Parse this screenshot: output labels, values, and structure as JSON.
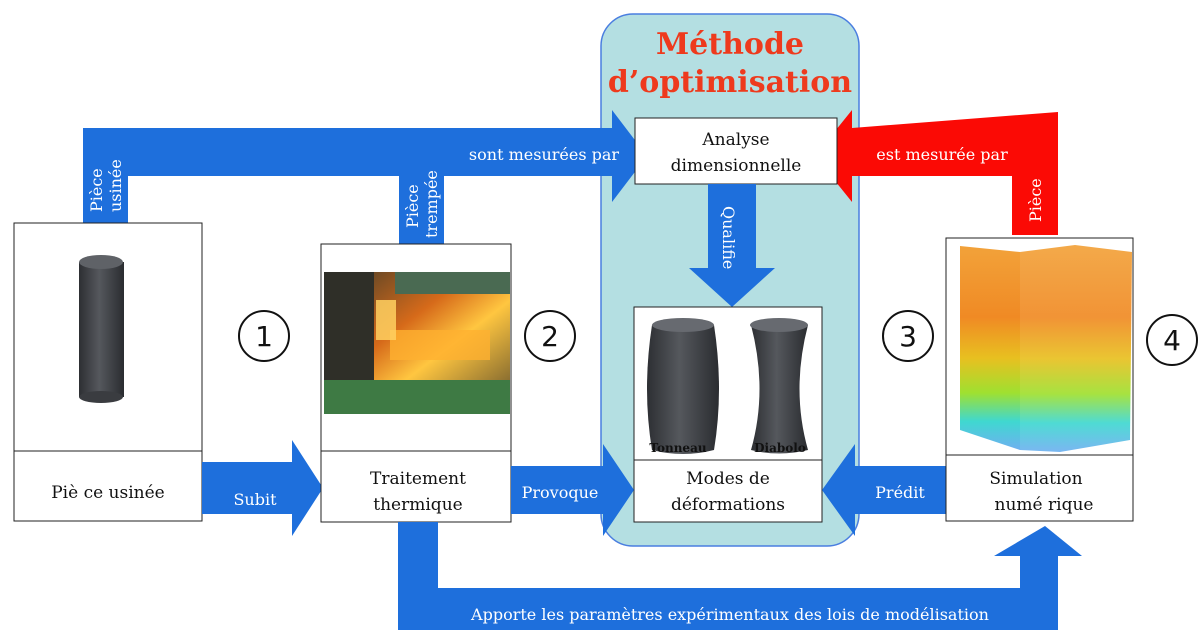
{
  "method": {
    "title_line1": "Méthode",
    "title_line2": "d’optimisation",
    "title_color": "#ee3a1d",
    "panel_color": "#b4dfe2"
  },
  "boxes": {
    "analysis_line1": "Analyse",
    "analysis_line2": "dimensionnelle",
    "modes_line1": "Modes de",
    "modes_line2": "déformations",
    "machined_part": "Piè ce usinée",
    "heat_line1": "Traitement",
    "heat_line2": "thermique",
    "sim_line1": "Simulation",
    "sim_line2": "numé rique"
  },
  "modes": {
    "barrel": "Tonneau",
    "diabolo": "Diabolo"
  },
  "arrows": {
    "measured_by": "sont mesurées par",
    "red_measured_by": "est mesurée par",
    "piece_word": "Pièce",
    "machined_word": "usinée",
    "hardened_word": "trempée",
    "qualifies": "Qualifie",
    "undergoes": "Subit",
    "causes": "Provoque",
    "predicts": "Prédit",
    "parameters": "Apporte les paramètres expérimentaux des lois de modélisation",
    "blue_color": "#1e6fdc",
    "red_color": "#fb0a05"
  },
  "steps": {
    "s1": "1",
    "s2": "2",
    "s3": "3",
    "s4": "4"
  }
}
